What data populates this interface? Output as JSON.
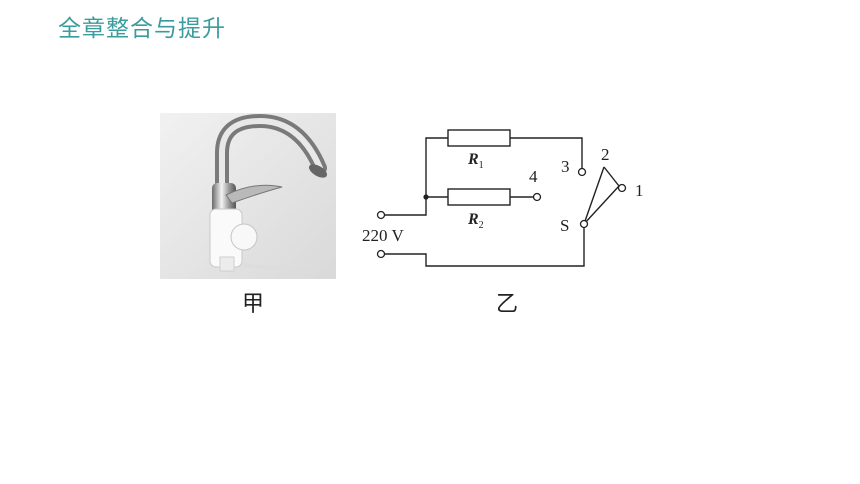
{
  "header": {
    "title": "全章整合与提升"
  },
  "figure_a": {
    "caption": "甲",
    "image": "electric-faucet-photo"
  },
  "figure_b": {
    "caption": "乙",
    "labels": {
      "r1_letter": "R",
      "r1_sub": "1",
      "r2_letter": "R",
      "r2_sub": "2",
      "voltage": "220 V",
      "contact_1": "1",
      "contact_2": "2",
      "contact_3": "3",
      "contact_4": "4",
      "switch": "S"
    }
  }
}
